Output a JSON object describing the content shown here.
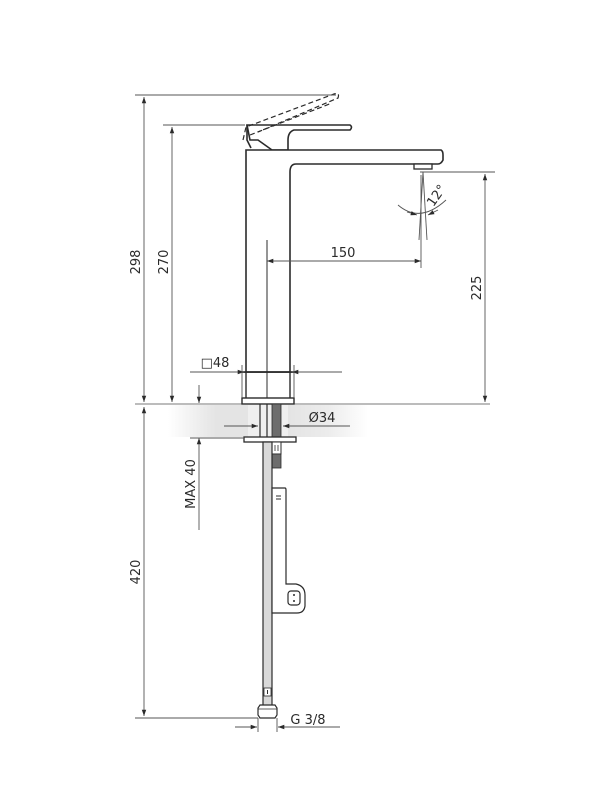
{
  "drawing": {
    "title": "Single-lever tall basin mixer – technical dimension drawing",
    "colors": {
      "line": "#2b2b2b",
      "dim_line": "#555555",
      "worktop_band": "#e6e6e6",
      "hose": "#d9d9d9",
      "thread": "#6d6d6d"
    },
    "dimensions": {
      "total_height_lever_open": "298",
      "total_height_lever_closed": "270",
      "spout_reach": "150",
      "spout_outlet_height": "225",
      "body_square": "□48",
      "hole_diameter": "Ø34",
      "max_worktop_thickness": "MAX 40",
      "hose_length": "420",
      "connection_thread": "G 3/8",
      "aerator_angle": "12°"
    }
  }
}
